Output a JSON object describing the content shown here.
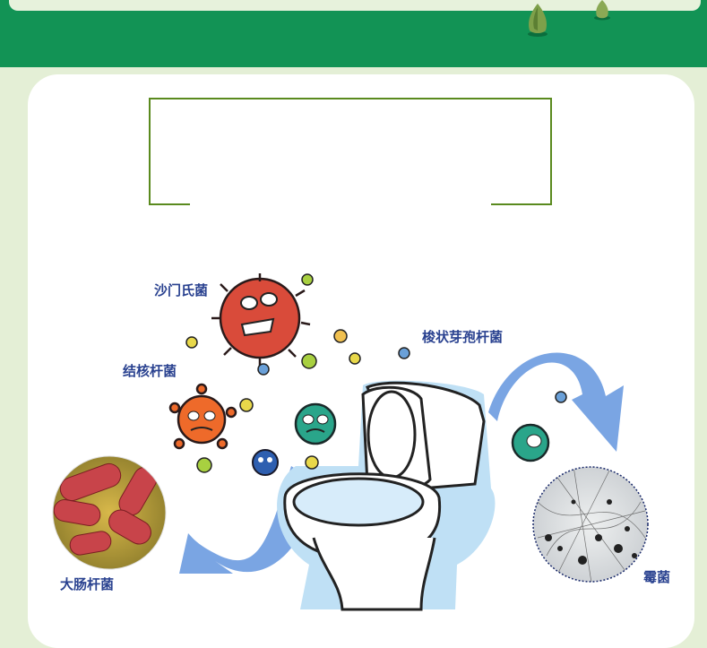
{
  "labels": {
    "salmonella": "沙门氏菌",
    "tuberculosis": "结核杆菌",
    "bacillus": "梭状芽孢杆菌",
    "ecoli": "大肠杆菌",
    "mold": "霉菌"
  },
  "colors": {
    "header_green": "#129355",
    "frame_green": "#5a8a1e",
    "label_blue": "#2a4290",
    "arrow_blue": "#5b8fdc"
  }
}
